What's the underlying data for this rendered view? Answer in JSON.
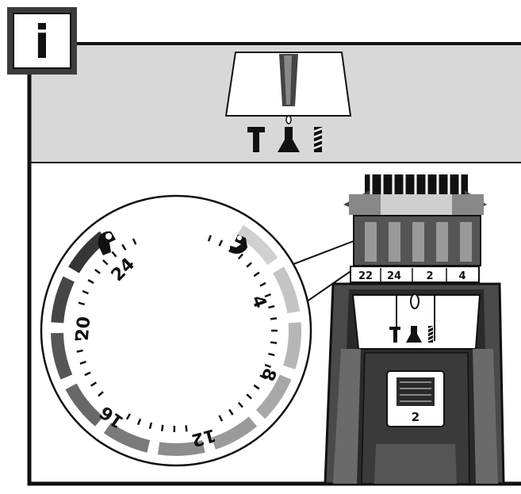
{
  "info_badge": {
    "glyph": "i"
  },
  "selector_icons": [
    "hammer-icon",
    "screw-icon",
    "drill-bit-icon"
  ],
  "torque_dial": {
    "numbers": [
      "4",
      "8",
      "12",
      "16",
      "20",
      "24"
    ],
    "top_end_icon": "flexed-arm-icon",
    "bottom_end_icon": "flexed-arm-icon"
  },
  "tool": {
    "collar_labels": [
      "22",
      "24",
      "2",
      "4"
    ],
    "speed_label": "2",
    "mode_icons": [
      "hammer-icon",
      "screw-icon",
      "drill-bit-icon"
    ]
  },
  "colors": {
    "ink": "#111111",
    "banner": "#d8d8d8",
    "dial_light": "#c8c8c8",
    "dial_mid": "#8a8a8a",
    "dial_dark": "#3a3a3a"
  }
}
